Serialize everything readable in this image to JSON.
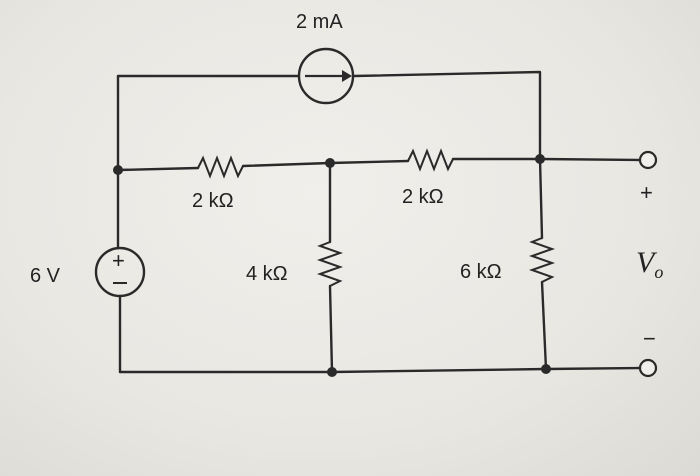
{
  "labels": {
    "current_source": "2 mA",
    "voltage_source": "6 V",
    "r_top_left": "2 kΩ",
    "r_top_right": "2 kΩ",
    "r_mid": "4 kΩ",
    "r_right": "6 kΩ",
    "plus": "+",
    "minus": "−",
    "vo_main": "V",
    "vo_sub": "o"
  },
  "colors": {
    "wire": "#2a2a2a",
    "paper": "#f1efeb"
  }
}
